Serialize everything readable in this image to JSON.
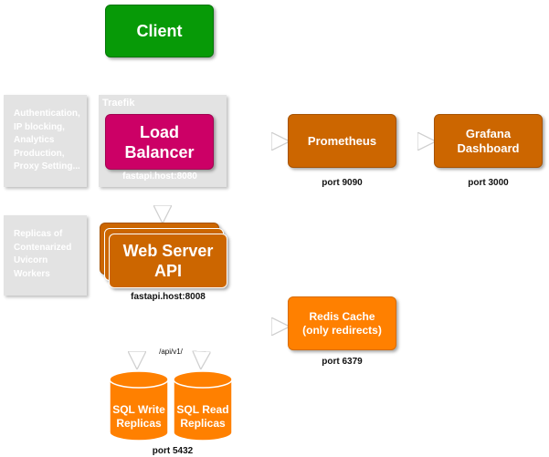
{
  "colors": {
    "client": "#079a07",
    "load_balancer": "#cc0066",
    "orange_dark": "#cc6600",
    "orange": "#ff8000",
    "panel": "#e3e3e3",
    "edge": "#ffffff"
  },
  "nodes": {
    "client": "Client",
    "load_balancer": [
      "Load",
      "Balancer"
    ],
    "web_server": [
      "Web Server",
      "API"
    ],
    "prometheus": "Prometheus",
    "grafana": [
      "Grafana",
      "Dashboard"
    ],
    "redis": [
      "Redis Cache",
      "(only redirects)"
    ],
    "sql_write": [
      "SQL Write",
      "Replicas"
    ],
    "sql_read": [
      "SQL Read",
      "Replicas"
    ]
  },
  "panels": {
    "traefik_label": "Traefik",
    "traefik_note": [
      "Authentication,",
      "IP blocking,",
      "Analytics",
      "Production,",
      "Proxy Setting..."
    ],
    "replicas_note": [
      "Replicas of",
      "Contenarized",
      "Uvicorn",
      "Workers"
    ]
  },
  "captions": {
    "load_balancer": "fastapi.host:8080",
    "web_server": "fastapi.host:8008",
    "prometheus": "port 9090",
    "grafana": "port 3000",
    "redis": "port 6379",
    "sql": "port 5432",
    "api_path": "/api/v1/"
  }
}
